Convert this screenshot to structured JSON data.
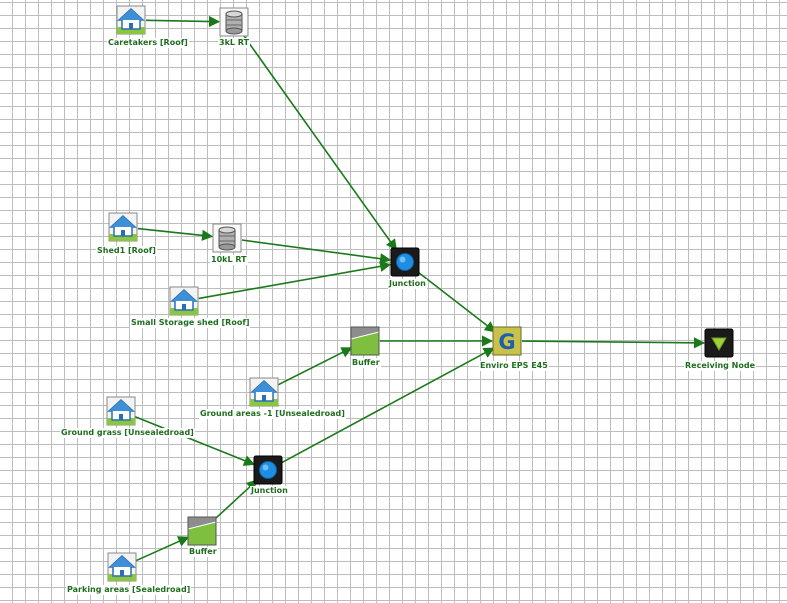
{
  "colors": {
    "link": "#1a7a1a",
    "label": "#1f6e1f",
    "grid": "#bdbdbd"
  },
  "nodes": [
    {
      "id": "caretakers",
      "type": "catchment",
      "label": "Caretakers [Roof]"
    },
    {
      "id": "rt3",
      "type": "tank",
      "label": "3kL RT"
    },
    {
      "id": "shed1",
      "type": "catchment",
      "label": "Shed1 [Roof]"
    },
    {
      "id": "rt10",
      "type": "tank",
      "label": "10kL RT"
    },
    {
      "id": "smallshed",
      "type": "catchment",
      "label": "Small Storage shed [Roof]"
    },
    {
      "id": "junction1",
      "type": "junction",
      "label": "Junction"
    },
    {
      "id": "buffer1",
      "type": "buffer",
      "label": "Buffer"
    },
    {
      "id": "gpt",
      "type": "gpt",
      "label": "Enviro EPS E45"
    },
    {
      "id": "receiving",
      "type": "receiving",
      "label": "Receiving Node"
    },
    {
      "id": "groundareas",
      "type": "catchment",
      "label": "Ground areas -1 [Unsealedroad]"
    },
    {
      "id": "groundgrass",
      "type": "catchment",
      "label": "Ground grass [Unsealedroad]"
    },
    {
      "id": "junction2",
      "type": "junction",
      "label": "Junction"
    },
    {
      "id": "buffer2",
      "type": "buffer",
      "label": "Buffer"
    },
    {
      "id": "parking",
      "type": "catchment",
      "label": "Parking areas [Sealedroad]"
    }
  ],
  "links": [
    {
      "from": "caretakers",
      "to": "rt3"
    },
    {
      "from": "rt3",
      "to": "junction1"
    },
    {
      "from": "shed1",
      "to": "rt10"
    },
    {
      "from": "rt10",
      "to": "junction1"
    },
    {
      "from": "smallshed",
      "to": "junction1"
    },
    {
      "from": "junction1",
      "to": "gpt"
    },
    {
      "from": "buffer1",
      "to": "gpt"
    },
    {
      "from": "groundareas",
      "to": "buffer1"
    },
    {
      "from": "gpt",
      "to": "receiving"
    },
    {
      "from": "groundgrass",
      "to": "junction2"
    },
    {
      "from": "parking",
      "to": "buffer2"
    },
    {
      "from": "buffer2",
      "to": "junction2"
    },
    {
      "from": "junction2",
      "to": "gpt"
    }
  ]
}
